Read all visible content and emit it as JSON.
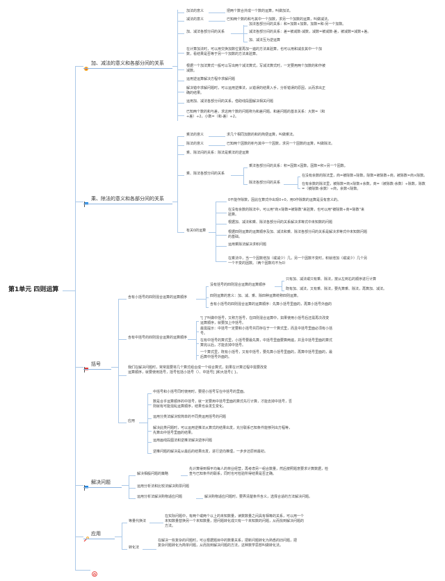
{
  "root": "第1单元 四则运算",
  "b1": {
    "title": "加、减法的意义和各部分间的关系",
    "add_label": "加法的意义",
    "add_def": "把两个数合并成一个数的运算，叫做加法。",
    "sub_label": "减法的意义",
    "sub_def": "已知两个数的和与其中一个加数，求另一个加数的运算，叫做减法。",
    "rel_label": "加、减法各部分间的关系",
    "rel1": "加法各部分间的关系：和=加数+加数，加数=和-另一个加数。",
    "rel2": "减法各部分间的关系：差=被减数-减数，减数=被减数-差，被减数=减数+差。",
    "rel3": "加、减法互为逆运算",
    "n1": "在计算加法时，可以用交换加数位置再加一遍的方法来验算，也可以用和减去其中一个加数，看结果是否等于另一个加数的方法来验算。",
    "n2": "根据一个加法算式一般可以写出两个减法算式，写减法算式时，一定要用两个加数的和作被减数。",
    "n3": "运用逆运算解决方程中求解问题",
    "n4": "解决错中求解问题时，可以运用逆推法，从错误的结果入手，分析错误的原因，从而求出正确的结果。",
    "n5": "运用加、减法各部分间的关系，借助线段图解决相关问题",
    "n6": "已知两个数的和与差，求这两个数的问题称为和差问题。和差问题的基本关系：大数=（和+差）÷2，小数=（和-差）÷2。"
  },
  "b2": {
    "title": "乘、除法的意义和各部分间的关系",
    "mul_label": "乘法的意义",
    "mul_def": "求几个相同加数的和的简便运算，叫做乘法。",
    "div_label": "除法的意义",
    "div_def": "已知两个因数的积与其中一个因数，求另一个因数的运算，叫做除法。",
    "inv": "乘、除法间的关系：除法是乘法的逆运算",
    "rel_label": "乘、除法各部分间的关系",
    "mulrel": "乘法各部分间的关系：积=因数×因数，因数=积÷另一个因数。",
    "divrel_label": "除法各部分间的关系",
    "divrel1": "在没有余数的除法里，商=被除数÷除数，除数=被除数÷商，被除数=商×除数。",
    "divrel2": "在有余数的除法里，被除数=商×除数+余数，商=（被除数-余数）÷除数，除数=（被除数-余数）÷商，余数<除数。",
    "zero_label": "有关0的运算",
    "z1": "0不能作除数，因此在算式中出现0÷0，用0作除数的运算是没有意义的。",
    "z2": "在没有余数的除法中，可以用\"商×除数=被除数\"来验算，也可以用\"被除数÷商=除数\"来验算。",
    "z3": "根据加、减法和乘、除法各部分间的关系解决求等式中未知数的问题",
    "z4": "根据四则运算的运算顺序及加、减法和乘、除法各部分间的关系是解决求等式中未知数问题的基础。",
    "z5": "运用乘除法解决求积问题",
    "z6": "在乘法中，当一个因数增加（或减少）几，另一个因数不变时，积就增加（或减少）几个另一个不变的因数。（两个因数均不为0）"
  },
  "b3": {
    "title": "括号",
    "no_br_label": "含有小括号的四则混合运算的运算顺序",
    "nb1": "没有括号的四则混合运算的运算顺序",
    "nb1a": "只有加、减法或只有乘、除法，按从左到右的顺序进行计算",
    "nb1b": "既有加、减法，又有乘、除法，要先算乘、除法，再算加、减法。",
    "nb2": "四则运算的意义：加、减、乘、除四种运算统称四则运算。",
    "nb3": "含有小括号的四则混合运算的运算顺序：先算小括号里面的，再算小括号外面的",
    "mid_label": "含有中括号的四则混合运算的运算顺序",
    "m1": "\"[  ]\"叫做中括号，又称方括号，在四则混合运算中，如果使用小括号后还需再次改变运算顺序，就要加上中括号。",
    "m2": "最需提示：中括号一定要和小括号共同存在于一个算式里，而且中括号里面必须有小括号。",
    "m3": "在有中括号的算式里，小括号要最先算，中括号里面要算两遍，并且中括号里面的算式算完以后，才能去掉中括号。",
    "m4": "一个算式里，既有小括号，又有中括号，要先算小括号里面的，再算中括号里面的，最后算中括号外面的。",
    "sum": "我们在解决问题时，常常需要将几个算式组合成一个综合算式，如果在计算过程中需要改变运算顺序，就要使用括号，括号包括小括号（）、中括号[  ]和大括号{  }。",
    "app_label": "应用",
    "a1": "中括号和小括号同时使用时，要把小括号写在中括号的里面。",
    "a2": "数是合乎运算顺序的中括号，就一定要用中括号里面的算式先行计算，才能去掉中括号，否则就有可能混乱运算顺序，结果也会发生变化。",
    "a3": "运用分类法解决较简单的不同类运用括号的问题",
    "a4": "解决此类问题时，可以运用逆推法从算式的结果出发，充分联系已知条件能够列出方程等，先算出中括号里面的结果。",
    "a5": "运用画线段图法和逆推法解决逆序问题",
    "a6": "逆推问题的解决是从最后的结果出发，进行逆向推理，一步步还原到最初。"
  },
  "b4": {
    "title": "解决问题",
    "s1_label": "解决相般问题的策略",
    "s1": "先计算得到相平均每人的林业经营，再考虑另一组合数量，然后按照题意要求计算数据，检查与已知条件的联系，同时也可检验所得结果是否正确。",
    "s2_label": "运用分析法和比较法解决购票问题",
    "s3_label": "运用分析法解决购物适应问题",
    "s3": "解决购物适应问题时，要弄清楚条件含义，选择合适的方法解决问题。"
  },
  "b5": {
    "title": "应用",
    "e_label": "等量代换法",
    "e": "在实际问题中，有两个或两个以上的未知数量，读数数量之间具有相等的关系，可以用一个未知数量替换另一个未知数量，把问题转化成只有一个未知数的问题，从而找到解决问题的方法。",
    "c_label": "转化法",
    "c": "在解决一些复杂的问题时，可以根据题目中的数量关系，把新问题转化为熟悉的旧问题，把复杂问题转化为简单问题，从而找到解决问题的方法，这种数学思想叫做转化法。"
  },
  "b6": {
    "title": ""
  },
  "colors": {
    "line": "#aac8e8",
    "underline": "#8cb4e0",
    "accent_red": "#e53935",
    "accent_blue": "#1e88e5"
  }
}
